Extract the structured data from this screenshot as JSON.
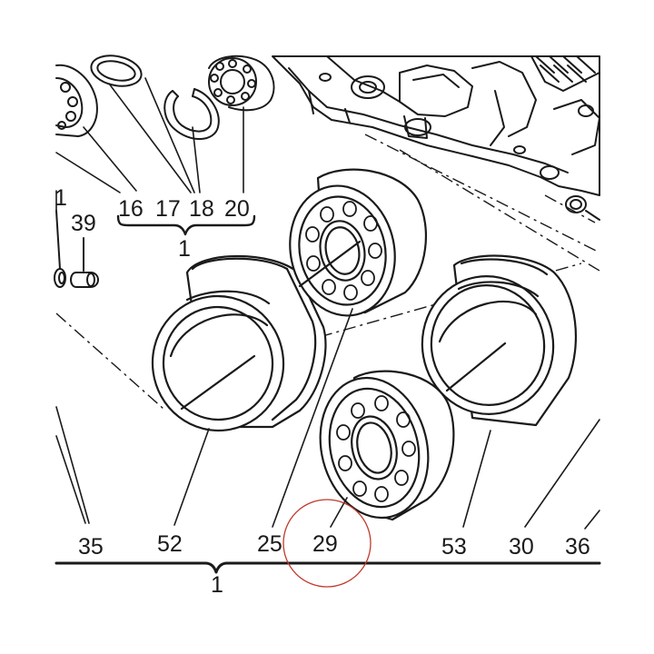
{
  "callouts": {
    "c16": "16",
    "c17": "17",
    "c18": "18",
    "c20": "20",
    "c1_group_top": "1",
    "c1_left": "1",
    "c39": "39",
    "c35": "35",
    "c52": "52",
    "c25": "25",
    "c29": "29",
    "c53": "53",
    "c30": "30",
    "c36": "36",
    "c1_bottom": "1"
  },
  "highlight": {
    "color": "#c0392b"
  },
  "colors": {
    "ink": "#1a1a1a",
    "background": "#ffffff"
  }
}
